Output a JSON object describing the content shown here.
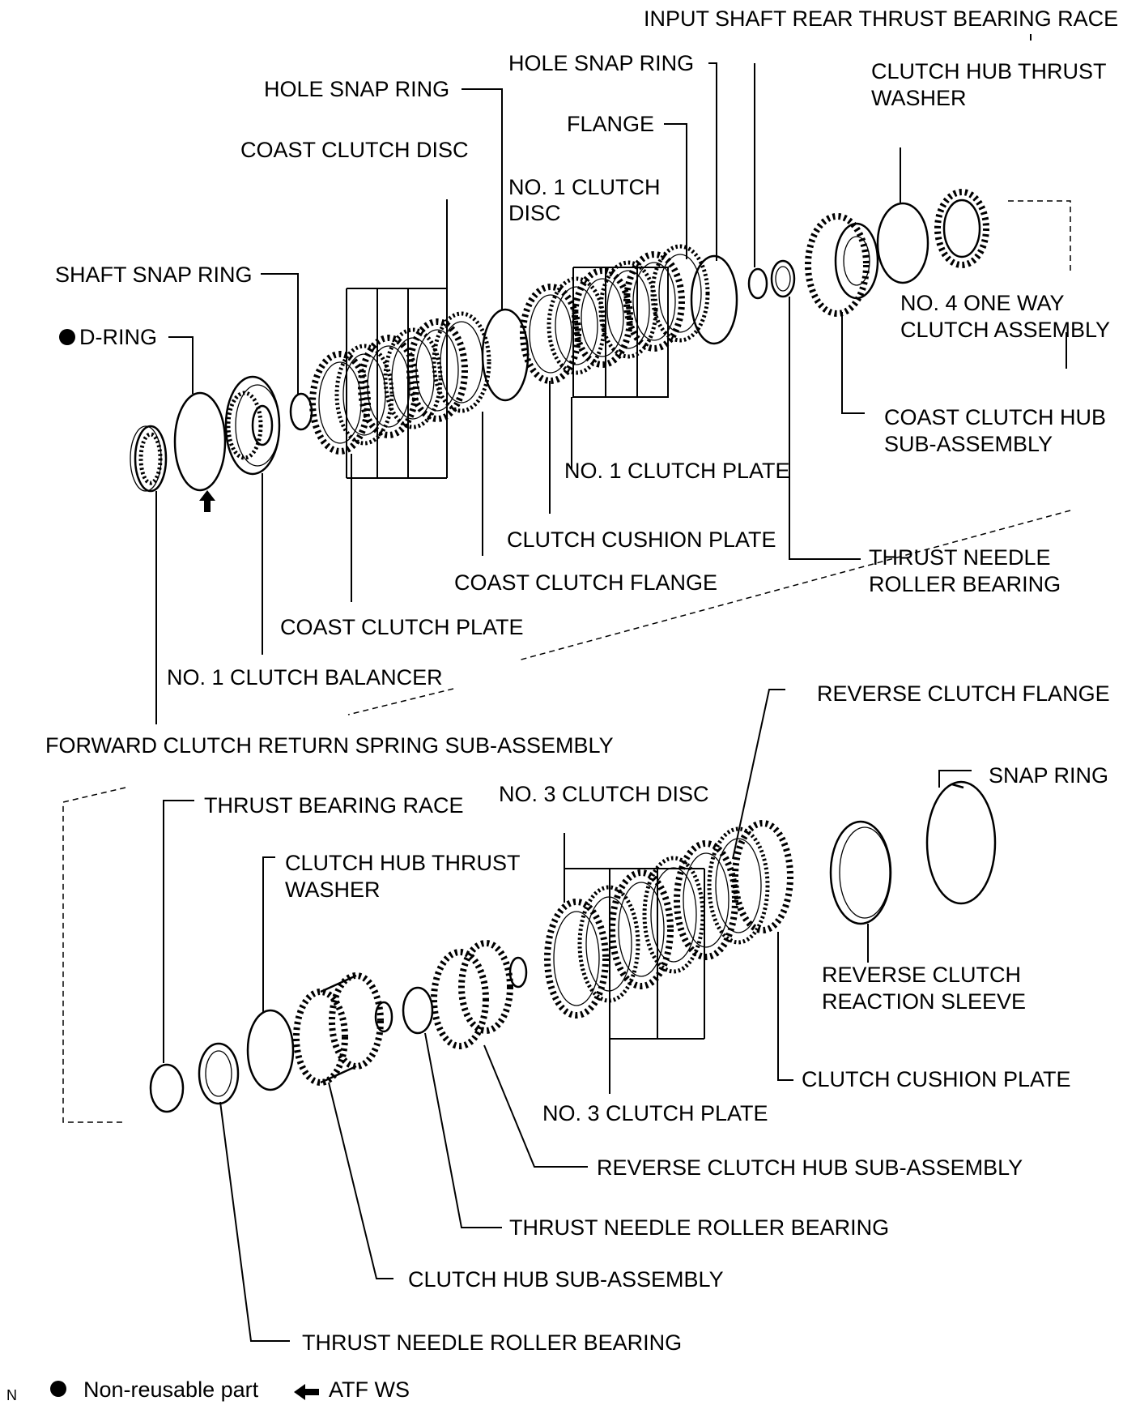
{
  "figure_code": "N",
  "labels": {
    "input_shaft_rear_thrust_bearing_race": "INPUT SHAFT REAR THRUST BEARING RACE",
    "clutch_hub_thrust_washer_top": [
      "CLUTCH HUB THRUST",
      "WASHER"
    ],
    "hole_snap_ring_right": "HOLE SNAP RING",
    "hole_snap_ring_left": "HOLE SNAP RING",
    "flange": "FLANGE",
    "coast_clutch_disc": "COAST CLUTCH DISC",
    "no1_clutch_disc": [
      "NO. 1 CLUTCH",
      "DISC"
    ],
    "shaft_snap_ring": "SHAFT SNAP RING",
    "d_ring": "D-RING",
    "no4_one_way_clutch": [
      "NO. 4 ONE WAY",
      "CLUTCH ASSEMBLY"
    ],
    "coast_clutch_hub": [
      "COAST CLUTCH HUB",
      "SUB-ASSEMBLY"
    ],
    "no1_clutch_plate": "NO. 1 CLUTCH PLATE",
    "clutch_cushion_plate_top": "CLUTCH CUSHION PLATE",
    "thrust_needle_roller_bearing_top": [
      "THRUST NEEDLE",
      "ROLLER BEARING"
    ],
    "coast_clutch_flange": "COAST CLUTCH FLANGE",
    "coast_clutch_plate": "COAST CLUTCH PLATE",
    "no1_clutch_balancer": "NO. 1 CLUTCH BALANCER",
    "forward_clutch_return_spring": "FORWARD CLUTCH RETURN SPRING SUB-ASSEMBLY",
    "reverse_clutch_flange": "REVERSE CLUTCH FLANGE",
    "snap_ring": "SNAP RING",
    "thrust_bearing_race": "THRUST BEARING RACE",
    "no3_clutch_disc": "NO. 3 CLUTCH DISC",
    "clutch_hub_thrust_washer_bottom": [
      "CLUTCH HUB THRUST",
      "WASHER"
    ],
    "reverse_clutch_reaction_sleeve": [
      "REVERSE CLUTCH",
      "REACTION SLEEVE"
    ],
    "clutch_cushion_plate_bottom": "CLUTCH CUSHION PLATE",
    "no3_clutch_plate": "NO. 3 CLUTCH PLATE",
    "reverse_clutch_hub": "REVERSE CLUTCH HUB SUB-ASSEMBLY",
    "thrust_needle_roller_bearing_mid": "THRUST NEEDLE ROLLER BEARING",
    "clutch_hub_sub_assembly": "CLUTCH HUB SUB-ASSEMBLY",
    "thrust_needle_roller_bearing_bottom": "THRUST NEEDLE ROLLER BEARING"
  },
  "legend": {
    "non_reusable": "Non-reusable part",
    "atf": "ATF WS"
  }
}
